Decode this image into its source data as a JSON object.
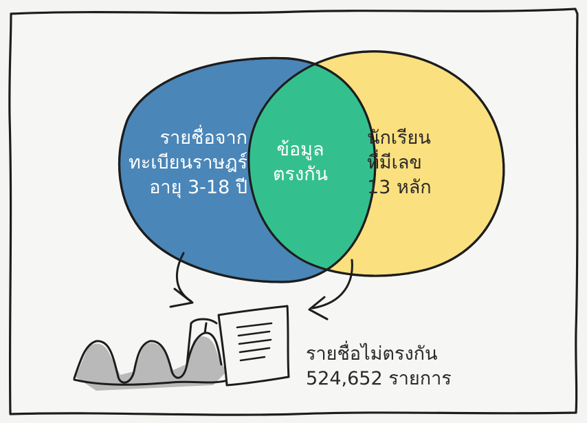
{
  "diagram": {
    "left_circle": {
      "lines": [
        "รายชื่อจาก",
        "ทะเบียนราษฎร์",
        "อายุ 3-18 ปี"
      ],
      "color": "#4a86b8"
    },
    "overlap": {
      "lines": [
        "ข้อมูล",
        "ตรงกัน"
      ],
      "color": "#34c08e"
    },
    "right_circle": {
      "lines": [
        "นักเรียน",
        "ที่มีเลข",
        "13 หลัก"
      ],
      "color": "#fbe07f"
    },
    "result": {
      "lines": [
        "รายชื่อไม่ตรงกัน",
        "524,652 รายการ"
      ]
    }
  },
  "colors": {
    "background": "#f4f4f2",
    "outline": "#1d1d1d",
    "paper_shadow": "#b9b9b9"
  }
}
